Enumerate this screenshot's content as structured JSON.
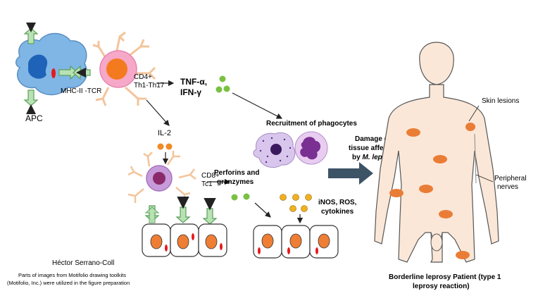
{
  "labels": {
    "apc": "APC",
    "mhc_tcr": "MHC-II -TCR",
    "cd4_line1": "CD4+",
    "cd4_line2": "Th1-Th17",
    "tnf_line1": "TNF-α,",
    "ifn_line2": "IFN-γ",
    "il2": "IL-2",
    "cd8_line1": "CD8+",
    "cd8_line2": "Tc1",
    "perforins_line1": "Perforins and",
    "perforins_line2": "granzymes",
    "recruitment": "Recruitment of phagocytes",
    "damage_line1": "Damage of",
    "damage_line2": "tissue affected",
    "damage_line3_prefix": "by ",
    "damage_line3_species": "M. leprae",
    "inos_line1": "iNOS, ROS,",
    "inos_line2": "cytokines",
    "skin_lesions": "Skin lesions",
    "peripheral_line1": "Peripheral",
    "peripheral_line2": "nerves",
    "patient_line1": "Borderline leprosy Patient (type 1",
    "patient_line2": "leprosy reaction)",
    "author": "Héctor Serrano-Coll",
    "credit_line1": "Parts of images from Motifolio drawing toolkits",
    "credit_line2": "(Motifolio, Inc.) were utilized in the figure preparation"
  },
  "colors": {
    "apc_body": "#7fb6e6",
    "apc_nucleus": "#1f63b8",
    "th_cell": "#f6a8c8",
    "th_nucleus": "#f47a20",
    "tc_cell": "#c79bd9",
    "tc_nucleus": "#8b2a6a",
    "receptor": "#b9e2b4",
    "receptor_stroke": "#5aa05a",
    "green_dot": "#7ac043",
    "orange_dot": "#f08a24",
    "yellow_dot": "#f2b01e",
    "skin": "#fbe7d8",
    "lesion": "#ea7d36",
    "big_arrow": "#3d5366",
    "epithelium_nucleus": "#ee7e34",
    "mycobacteria": "#e51a1a"
  }
}
